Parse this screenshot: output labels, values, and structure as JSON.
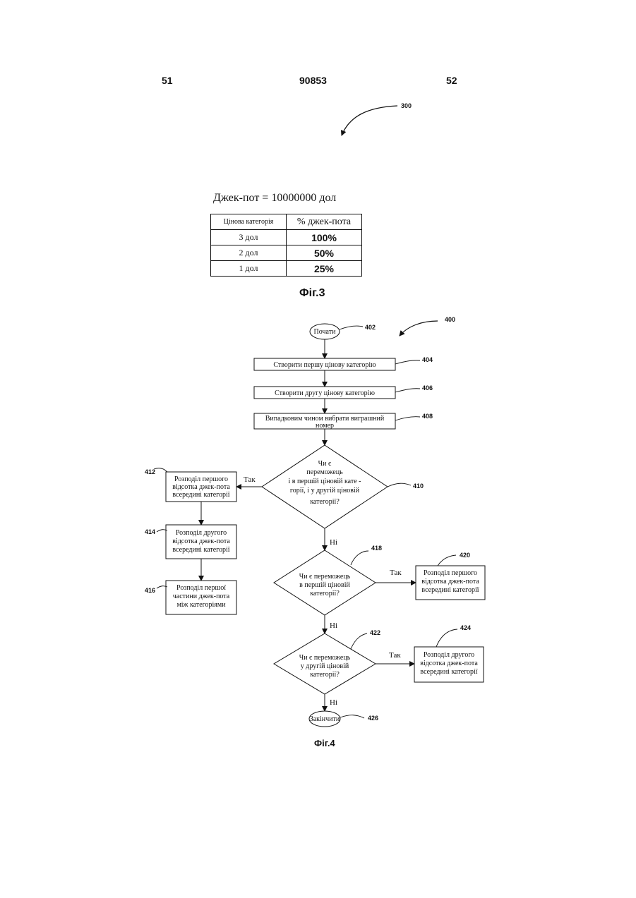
{
  "header": {
    "page_left": "51",
    "patent_number": "90853",
    "page_right": "52"
  },
  "fig3": {
    "ref": "300",
    "title": "Джек-пот = 10000000 дол",
    "table": {
      "headers": [
        "Цінова категорія",
        "% джек-пота"
      ],
      "rows": [
        [
          "3 дол",
          "100%"
        ],
        [
          "2 дол",
          "50%"
        ],
        [
          "1 дол",
          "25%"
        ]
      ]
    },
    "caption": "Фіг.3"
  },
  "fig4": {
    "ref": "400",
    "caption": "Фіг.4",
    "start": {
      "label": "Почати",
      "ref": "402"
    },
    "step404": {
      "label": "Створити першу цінову категорію",
      "ref": "404"
    },
    "step406": {
      "label": "Створити другу цінову категорію",
      "ref": "406"
    },
    "step408": {
      "lines": [
        "Випадковим чином вибрати виграшний",
        "номер"
      ],
      "ref": "408"
    },
    "dec410": {
      "lines": [
        "Чи є",
        "переможець",
        "і в першій ціновій кате -",
        "горії, і у другій ціновій",
        "категорії?"
      ],
      "ref": "410"
    },
    "box412": {
      "lines": [
        "Розподіл першого",
        "відсотка джек-пота",
        "всередині категорії"
      ],
      "ref": "412"
    },
    "box414": {
      "lines": [
        "Розподіл другого",
        "відсотка джек-пота",
        "всередині категорії"
      ],
      "ref": "414"
    },
    "box416": {
      "lines": [
        "Розподіл першої",
        "частини джек-пота",
        "між категоріями"
      ],
      "ref": "416"
    },
    "dec418": {
      "lines": [
        "Чи є переможець",
        "в першій ціновій",
        "категорії?"
      ],
      "ref": "418"
    },
    "box420": {
      "lines": [
        "Розподіл першого",
        "відсотка джек-пота",
        "всередині категорії"
      ],
      "ref": "420"
    },
    "dec422": {
      "lines": [
        "Чи є переможець",
        "у другій ціновій",
        "категорії?"
      ],
      "ref": "422"
    },
    "box424": {
      "lines": [
        "Розподіл другого",
        "відсотка джек-пота",
        "всередині категорії"
      ],
      "ref": "424"
    },
    "end": {
      "label": "Закінчити",
      "ref": "426"
    },
    "yes_label": "Так",
    "no_label": "Ні"
  }
}
